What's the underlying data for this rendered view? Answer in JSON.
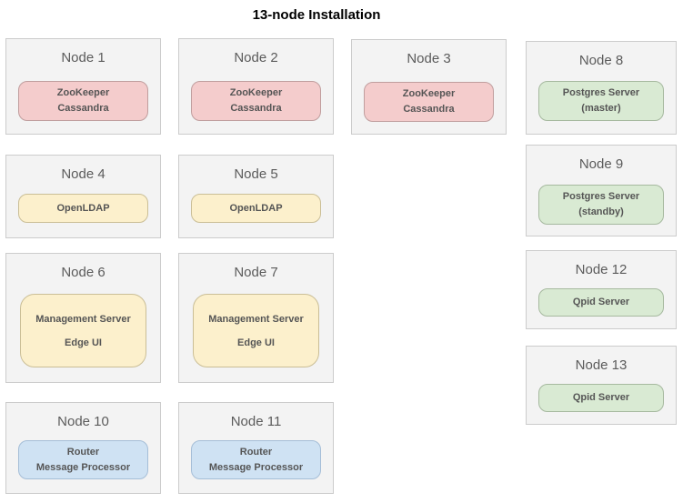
{
  "page": {
    "title": "13-node Installation"
  },
  "colors": {
    "node_box_bg": "#f3f3f3",
    "node_box_border": "#cccccc",
    "zookeeper_cassandra_fill": "#f4cccc",
    "openldap_management_fill": "#fcf0cc",
    "postgres_qpid_fill": "#d9ead3",
    "router_processor_fill": "#cfe2f3",
    "label_text": "#555555"
  },
  "nodes": [
    {
      "title": "Node 1",
      "color": "red",
      "lines": [
        "ZooKeeper",
        "Cassandra"
      ]
    },
    {
      "title": "Node 2",
      "color": "red",
      "lines": [
        "ZooKeeper",
        "Cassandra"
      ]
    },
    {
      "title": "Node 3",
      "color": "red",
      "lines": [
        "ZooKeeper",
        "Cassandra"
      ]
    },
    {
      "title": "Node 4",
      "color": "yellow",
      "lines": [
        "OpenLDAP"
      ]
    },
    {
      "title": "Node 5",
      "color": "yellow",
      "lines": [
        "OpenLDAP"
      ]
    },
    {
      "title": "Node 6",
      "color": "yellow",
      "lines": [
        "Management Server",
        "Edge UI"
      ]
    },
    {
      "title": "Node 7",
      "color": "yellow",
      "lines": [
        "Management Server",
        "Edge UI"
      ]
    },
    {
      "title": "Node 8",
      "color": "green",
      "lines": [
        "Postgres Server",
        "(master)"
      ]
    },
    {
      "title": "Node 9",
      "color": "green",
      "lines": [
        "Postgres Server",
        "(standby)"
      ]
    },
    {
      "title": "Node 10",
      "color": "blue",
      "lines": [
        "Router",
        "Message Processor"
      ]
    },
    {
      "title": "Node 11",
      "color": "blue",
      "lines": [
        "Router",
        "Message Processor"
      ]
    },
    {
      "title": "Node 12",
      "color": "green",
      "lines": [
        "Qpid Server"
      ]
    },
    {
      "title": "Node 13",
      "color": "green",
      "lines": [
        "Qpid Server"
      ]
    }
  ]
}
